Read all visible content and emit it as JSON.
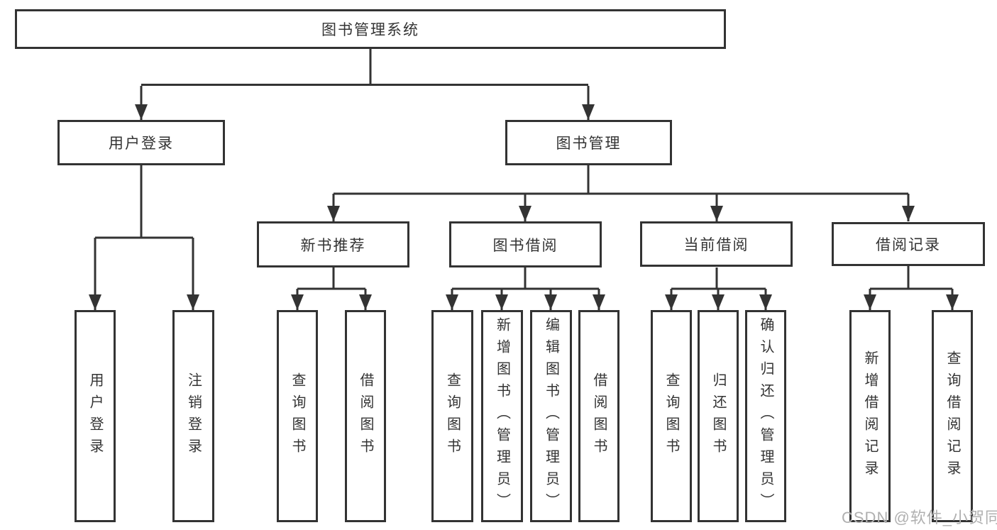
{
  "tree": {
    "root": {
      "label": "图书管理系统"
    },
    "branches": [
      {
        "label": "用户登录",
        "leaves": [
          {
            "label": "用户登录"
          },
          {
            "label": "注销登录"
          }
        ]
      },
      {
        "label": "图书管理",
        "groups": [
          {
            "label": "新书推荐",
            "leaves": [
              {
                "label": "查询图书"
              },
              {
                "label": "借阅图书"
              }
            ]
          },
          {
            "label": "图书借阅",
            "leaves": [
              {
                "label": "查询图书"
              },
              {
                "label": "新增图书（管理员）"
              },
              {
                "label": "编辑图书（管理员）"
              },
              {
                "label": "借阅图书"
              }
            ]
          },
          {
            "label": "当前借阅",
            "leaves": [
              {
                "label": "查询图书"
              },
              {
                "label": "归还图书"
              },
              {
                "label": "确认归还（管理员）"
              }
            ]
          },
          {
            "label": "借阅记录",
            "leaves": [
              {
                "label": "新增借阅记录"
              },
              {
                "label": "查询借阅记录"
              }
            ]
          }
        ]
      }
    ]
  },
  "watermark": {
    "text": "CSDN @软件_小贺同学",
    "color": "#b0b0b0"
  },
  "colors": {
    "line": "#333333",
    "box_border": "#333333",
    "text": "#333333",
    "background": "#ffffff"
  }
}
